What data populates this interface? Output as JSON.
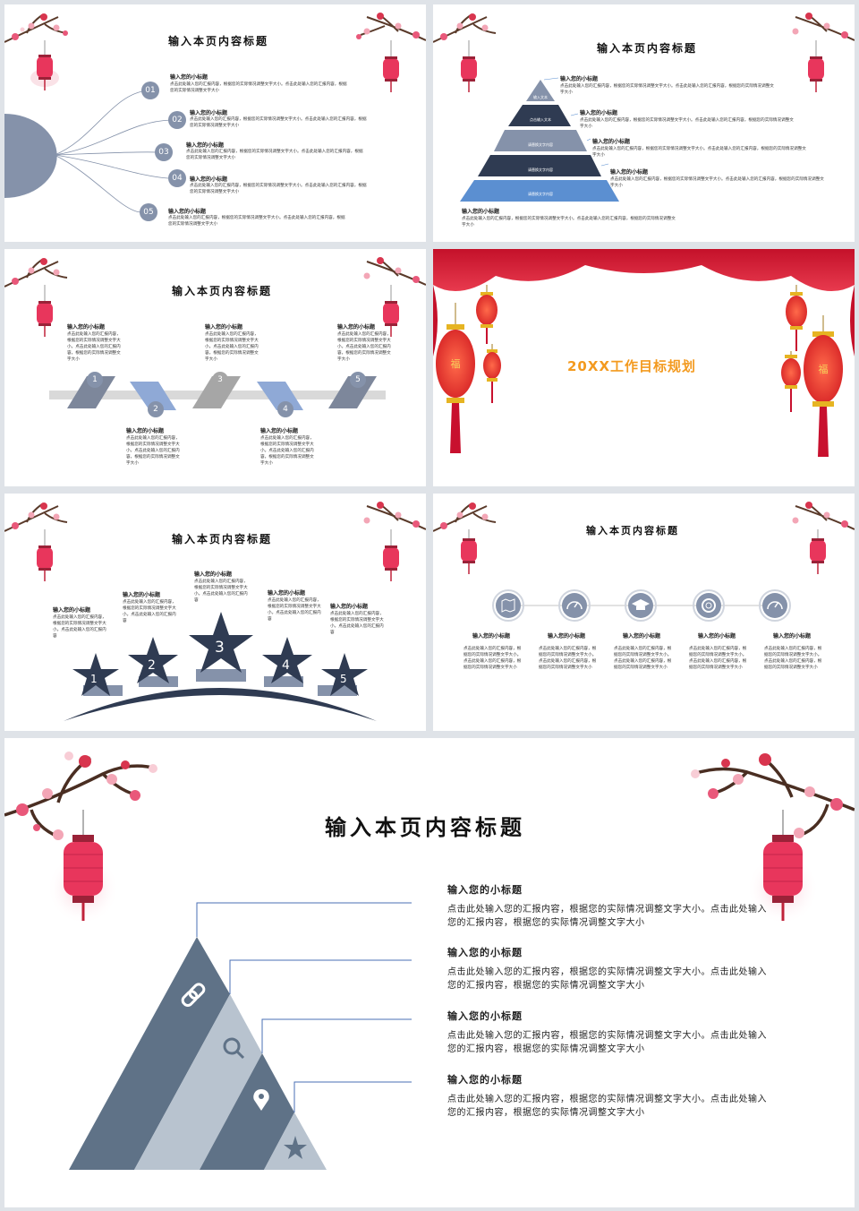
{
  "s1": {
    "title": "输入本页内容标题",
    "items": [
      {
        "num": "01",
        "title": "输入您的小标题",
        "text": "点击此处输入您的汇报内容，根据您的实际情况调整文字大小。点击此处输入您的汇报内容，根据您的实际情况调整文字大小"
      },
      {
        "num": "02",
        "title": "输入您的小标题",
        "text": "点击此处输入您的汇报内容，根据您的实际情况调整文字大小。点击此处输入您的汇报内容，根据您的实际情况调整文字大小"
      },
      {
        "num": "03",
        "title": "输入您的小标题",
        "text": "点击此处输入您的汇报内容，根据您的实际情况调整文字大小。点击此处输入您的汇报内容，根据您的实际情况调整文字大小"
      },
      {
        "num": "04",
        "title": "输入您的小标题",
        "text": "点击此处输入您的汇报内容，根据您的实际情况调整文字大小。点击此处输入您的汇报内容，根据您的实际情况调整文字大小"
      },
      {
        "num": "05",
        "title": "输入您的小标题",
        "text": "点击此处输入您的汇报内容，根据您的实际情况调整文字大小。点击此处输入您的汇报内容，根据您的实际情况调整文字大小"
      }
    ]
  },
  "s2": {
    "title": "输入本页内容标题",
    "layers": [
      "输入文本",
      "点击输入文本",
      "请替换文字内容",
      "请替换文字内容",
      "请替换文字内容"
    ],
    "items": [
      {
        "title": "输入您的小标题",
        "text": "点击此处输入您的汇报内容，根据您的实际情况调整文字大小。点击此处输入您的汇报内容，根据您的实际情况调整文字大小"
      },
      {
        "title": "输入您的小标题",
        "text": "点击此处输入您的汇报内容，根据您的实际情况调整文字大小。点击此处输入您的汇报内容，根据您的实际情况调整文字大小"
      },
      {
        "title": "输入您的小标题",
        "text": "点击此处输入您的汇报内容，根据您的实际情况调整文字大小。点击此处输入您的汇报内容，根据您的实际情况调整文字大小"
      },
      {
        "title": "输入您的小标题",
        "text": "点击此处输入您的汇报内容，根据您的实际情况调整文字大小。点击此处输入您的汇报内容，根据您的实际情况调整文字大小"
      },
      {
        "title": "输入您的小标题",
        "text": "点击此处输入您的汇报内容，根据您的实际情况调整文字大小。点击此处输入您的汇报内容，根据您的实际情况调整文字大小"
      }
    ]
  },
  "s3": {
    "title": "输入本页内容标题",
    "items": [
      {
        "num": "1",
        "title": "输入您的小标题",
        "text": "点击此处输入您的汇报内容，根据您的实际情况调整文字大小。点击此处输入您的汇报内容，根据您的实际情况调整文字大小"
      },
      {
        "num": "2",
        "title": "输入您的小标题",
        "text": "点击此处输入您的汇报内容，根据您的实际情况调整文字大小。点击此处输入您的汇报内容，根据您的实际情况调整文字大小"
      },
      {
        "num": "3",
        "title": "输入您的小标题",
        "text": "点击此处输入您的汇报内容，根据您的实际情况调整文字大小。点击此处输入您的汇报内容，根据您的实际情况调整文字大小"
      },
      {
        "num": "4",
        "title": "输入您的小标题",
        "text": "点击此处输入您的汇报内容，根据您的实际情况调整文字大小。点击此处输入您的汇报内容，根据您的实际情况调整文字大小"
      },
      {
        "num": "5",
        "title": "输入您的小标题",
        "text": "点击此处输入您的汇报内容，根据您的实际情况调整文字大小。点击此处输入您的汇报内容，根据您的实际情况调整文字大小"
      }
    ]
  },
  "s4": {
    "title": "20XX工作目标规划",
    "lantern_char": "福"
  },
  "s5": {
    "title": "输入本页内容标题",
    "items": [
      {
        "num": "1",
        "title": "输入您的小标题",
        "text": "点击此处输入您的汇报内容，根据您的实际情况调整文字大小。点击此处输入您的汇报内容"
      },
      {
        "num": "2",
        "title": "输入您的小标题",
        "text": "点击此处输入您的汇报内容，根据您的实际情况调整文字大小。点击此处输入您的汇报内容"
      },
      {
        "num": "3",
        "title": "输入您的小标题",
        "text": "点击此处输入您的汇报内容，根据您的实际情况调整文字大小。点击此处输入您的汇报内容"
      },
      {
        "num": "4",
        "title": "输入您的小标题",
        "text": "点击此处输入您的汇报内容，根据您的实际情况调整文字大小。点击此处输入您的汇报内容"
      },
      {
        "num": "5",
        "title": "输入您的小标题",
        "text": "点击此处输入您的汇报内容，根据您的实际情况调整文字大小。点击此处输入您的汇报内容"
      }
    ]
  },
  "s6": {
    "title": "输入本页内容标题",
    "items": [
      {
        "title": "输入您的小标题",
        "text": "点击此处输入您的汇报内容，根据您的实际情况调整文字大小。点击此处输入您的汇报内容，根据您的实际情况调整文字大小"
      },
      {
        "title": "输入您的小标题",
        "text": "点击此处输入您的汇报内容，根据您的实际情况调整文字大小。点击此处输入您的汇报内容，根据您的实际情况调整文字大小"
      },
      {
        "title": "输入您的小标题",
        "text": "点击此处输入您的汇报内容，根据您的实际情况调整文字大小。点击此处输入您的汇报内容，根据您的实际情况调整文字大小"
      },
      {
        "title": "输入您的小标题",
        "text": "点击此处输入您的汇报内容，根据您的实际情况调整文字大小。点击此处输入您的汇报内容，根据您的实际情况调整文字大小"
      },
      {
        "title": "输入您的小标题",
        "text": "点击此处输入您的汇报内容，根据您的实际情况调整文字大小。点击此处输入您的汇报内容，根据您的实际情况调整文字大小"
      }
    ],
    "icons": [
      "map-icon",
      "gauge-icon",
      "graduation-cap-icon",
      "lifebuoy-icon",
      "gauge-icon"
    ]
  },
  "s7": {
    "title": "输入本页内容标题",
    "items": [
      {
        "title": "输入您的小标题",
        "text": "点击此处输入您的汇报内容，根据您的实际情况调整文字大小。点击此处输入您的汇报内容，根据您的实际情况调整文字大小"
      },
      {
        "title": "输入您的小标题",
        "text": "点击此处输入您的汇报内容，根据您的实际情况调整文字大小。点击此处输入您的汇报内容，根据您的实际情况调整文字大小"
      },
      {
        "title": "输入您的小标题",
        "text": "点击此处输入您的汇报内容，根据您的实际情况调整文字大小。点击此处输入您的汇报内容，根据您的实际情况调整文字大小"
      },
      {
        "title": "输入您的小标题",
        "text": "点击此处输入您的汇报内容，根据您的实际情况调整文字大小。点击此处输入您的汇报内容，根据您的实际情况调整文字大小"
      }
    ],
    "icons": [
      "link-icon",
      "search-icon",
      "location-pin-icon",
      "star-icon"
    ]
  },
  "colors": {
    "slate": "#5f7287",
    "slate_light": "#b8c3cf",
    "navy": "#2f3b52",
    "blue": "#8fa9d6",
    "red": "#d9253a",
    "orange": "#f39a1f",
    "pink_lantern": "#e8365c"
  }
}
